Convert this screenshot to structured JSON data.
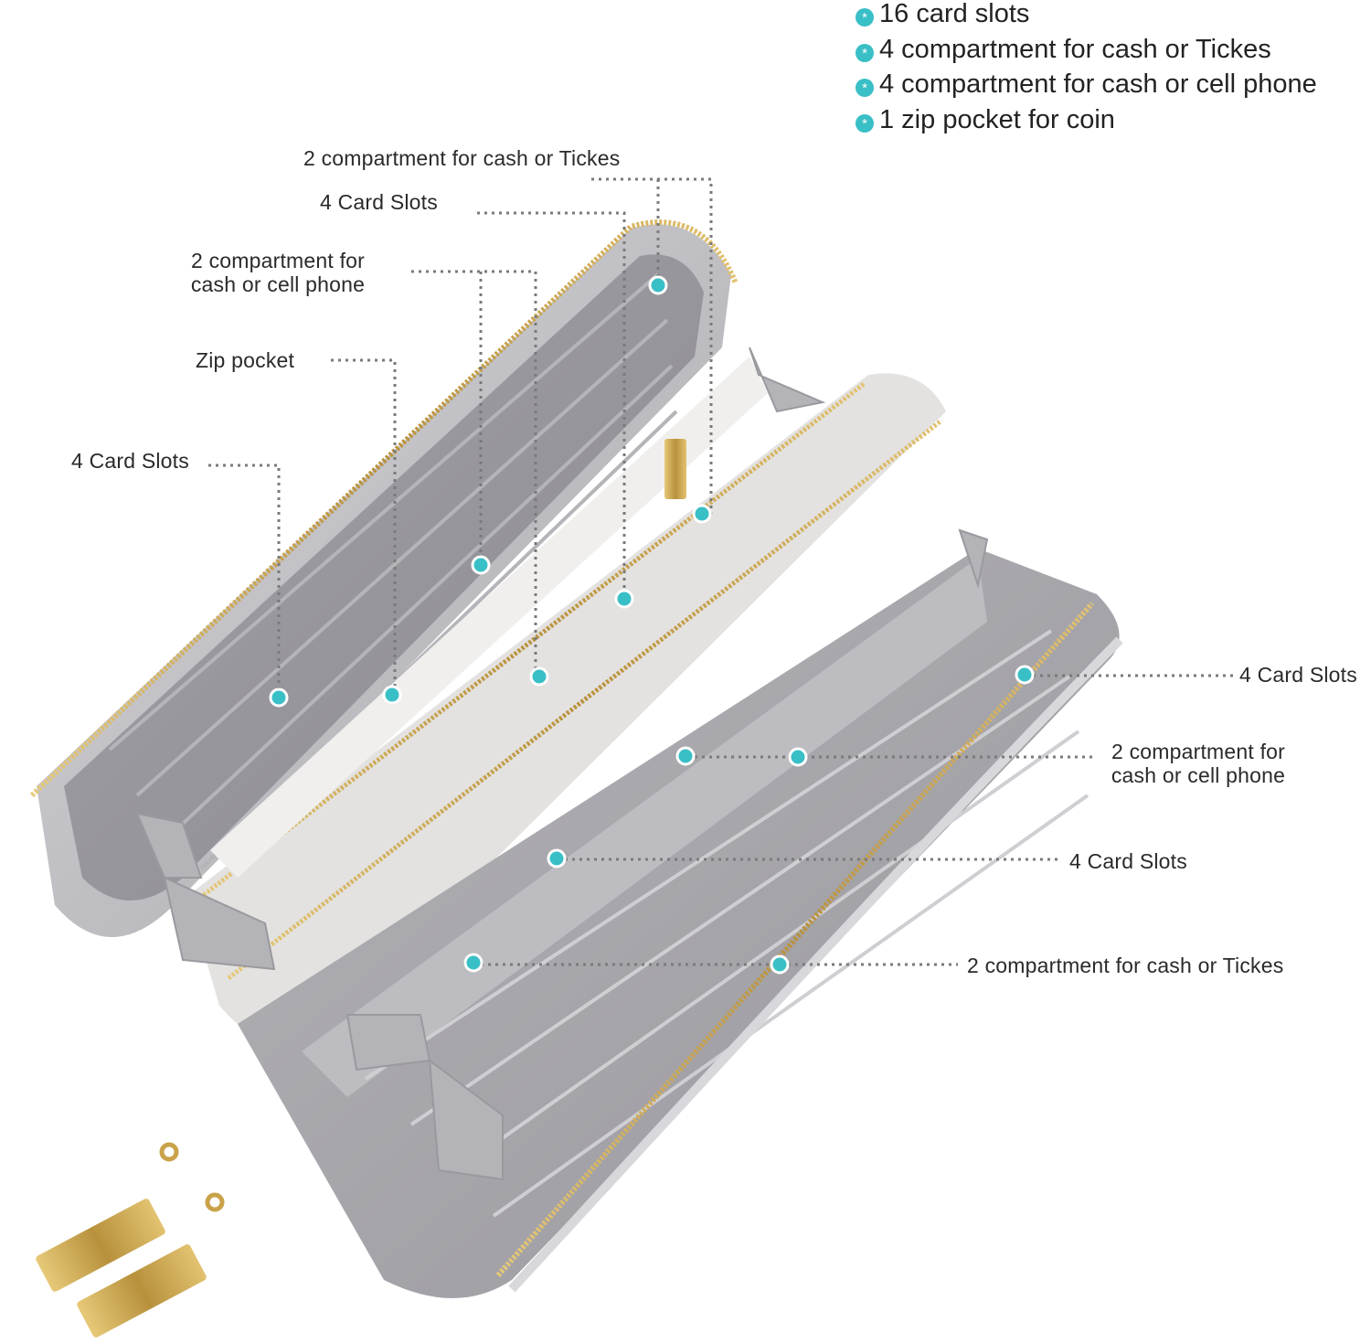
{
  "features": [
    {
      "text": "16 card slots"
    },
    {
      "text": "4 compartment for cash or Tickes"
    },
    {
      "text": "4 compartment for cash or cell phone"
    },
    {
      "text": "1 zip pocket for coin"
    }
  ],
  "callouts": {
    "top_cash_tickets": "2 compartment for cash or Tickes",
    "top_card_slots": "4 Card Slots",
    "left_cash_phone_1": "2 compartment for",
    "left_cash_phone_2": "cash or cell phone",
    "zip_pocket": "Zip pocket",
    "left_card_slots": "4 Card Slots",
    "right_card_slots_top": "4 Card Slots",
    "right_cash_phone_1": "2 compartment for",
    "right_cash_phone_2": "cash or cell phone",
    "right_card_slots_mid": "4 Card Slots",
    "right_cash_tickets": "2 compartment for cash or Tickes"
  },
  "colors": {
    "accent": "#39bfc6",
    "leather_light": "#c9c8cc",
    "leather_dark": "#8f8e94",
    "zipper_gold": "#c9a24a"
  },
  "icons": {
    "bullet": "asterisk-dot-icon"
  }
}
